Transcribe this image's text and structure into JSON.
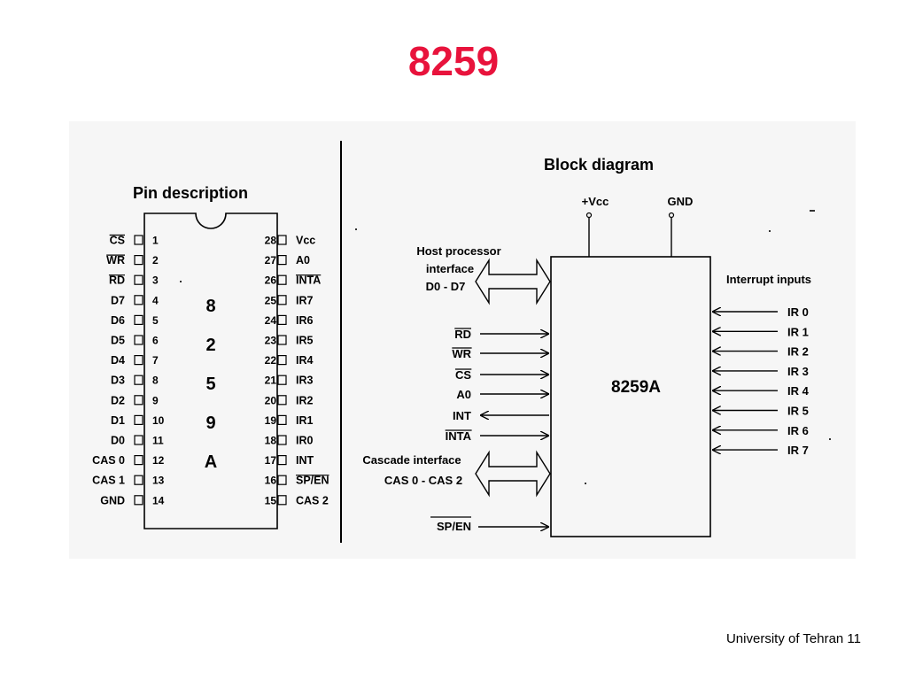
{
  "title": "8259",
  "footer": "University of Tehran 11",
  "pin_description": {
    "heading": "Pin description",
    "chip_letters": [
      "8",
      "2",
      "5",
      "9",
      "A"
    ],
    "left_pins": [
      {
        "name": "CS",
        "num": "1",
        "overbar": true
      },
      {
        "name": "WR",
        "num": "2",
        "overbar": true
      },
      {
        "name": "RD",
        "num": "3",
        "overbar": true
      },
      {
        "name": "D7",
        "num": "4"
      },
      {
        "name": "D6",
        "num": "5"
      },
      {
        "name": "D5",
        "num": "6"
      },
      {
        "name": "D4",
        "num": "7"
      },
      {
        "name": "D3",
        "num": "8"
      },
      {
        "name": "D2",
        "num": "9"
      },
      {
        "name": "D1",
        "num": "10"
      },
      {
        "name": "D0",
        "num": "11"
      },
      {
        "name": "CAS 0",
        "num": "12"
      },
      {
        "name": "CAS 1",
        "num": "13"
      },
      {
        "name": "GND",
        "num": "14"
      }
    ],
    "right_pins": [
      {
        "num": "28",
        "name": "Vcc"
      },
      {
        "num": "27",
        "name": "A0"
      },
      {
        "num": "26",
        "name": "INTA",
        "overbar": true
      },
      {
        "num": "25",
        "name": "IR7"
      },
      {
        "num": "24",
        "name": "IR6"
      },
      {
        "num": "23",
        "name": "IR5"
      },
      {
        "num": "22",
        "name": "IR4"
      },
      {
        "num": "21",
        "name": "IR3"
      },
      {
        "num": "20",
        "name": "IR2"
      },
      {
        "num": "19",
        "name": "IR1"
      },
      {
        "num": "18",
        "name": "IR0"
      },
      {
        "num": "17",
        "name": "INT"
      },
      {
        "num": "16",
        "name": "SP/EN",
        "overbar": true
      },
      {
        "num": "15",
        "name": "CAS 2"
      }
    ]
  },
  "block_diagram": {
    "heading": "Block diagram",
    "chip_label": "8259A",
    "vcc": "+Vcc",
    "gnd": "GND",
    "host_label": [
      "Host processor",
      "interface",
      "D0 - D7"
    ],
    "cascade_label": [
      "Cascade interface",
      "CAS 0 - CAS 2"
    ],
    "interrupt_heading": "Interrupt inputs",
    "signals": [
      {
        "name": "RD",
        "overbar": true,
        "dir": "in"
      },
      {
        "name": "WR",
        "overbar": true,
        "dir": "in"
      },
      {
        "name": "CS",
        "overbar": true,
        "dir": "in"
      },
      {
        "name": "A0",
        "dir": "in"
      },
      {
        "name": "INT",
        "dir": "out"
      },
      {
        "name": "INTA",
        "overbar": true,
        "dir": "in"
      }
    ],
    "sp_en": "SP/EN",
    "interrupts": [
      "IR 0",
      "IR 1",
      "IR 2",
      "IR 3",
      "IR 4",
      "IR 5",
      "IR 6",
      "IR 7"
    ]
  }
}
